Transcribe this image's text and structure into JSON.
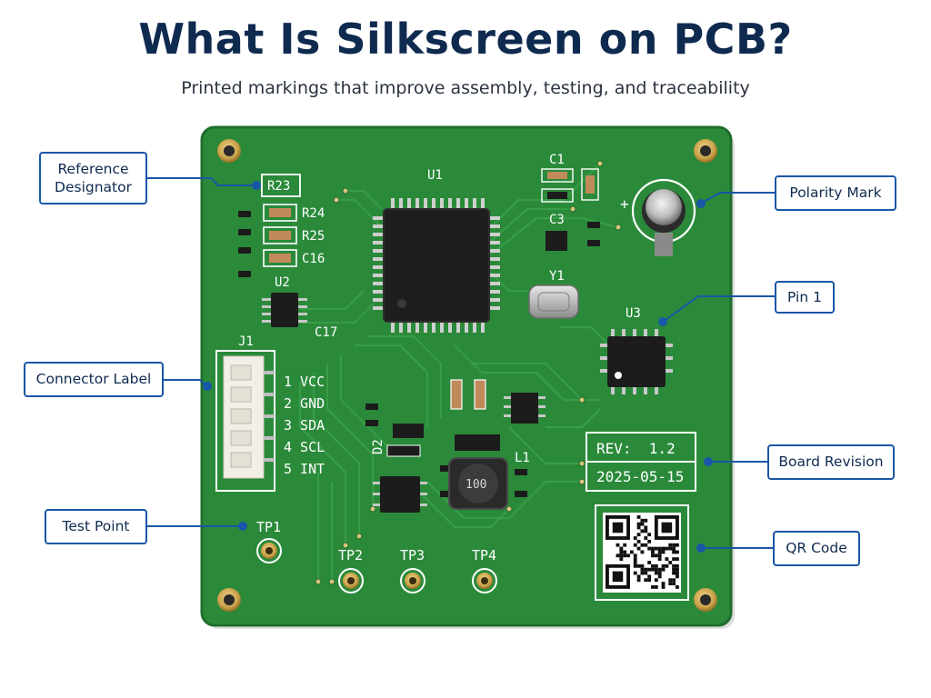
{
  "title": "What Is Silkscreen on PCB?",
  "subtitle": "Printed markings that improve assembly, testing, and traceability",
  "colors": {
    "board": "#2a8a3a",
    "board_dark": "#1d6b2b",
    "silkscreen": "#ffffff",
    "callout_border": "#1a56a8",
    "title_text": "#0f2a4f",
    "pad_gold": "#c9a24a"
  },
  "callouts": {
    "reference_designator": "Reference\nDesignator",
    "polarity_mark": "Polarity Mark",
    "pin_1": "Pin 1",
    "connector_label": "Connector Label",
    "board_revision": "Board Revision",
    "test_point": "Test Point",
    "qr_code": "QR Code"
  },
  "board": {
    "designators": {
      "r23": "R23",
      "r24": "R24",
      "r25": "R25",
      "c16": "C16",
      "c17": "C17",
      "u1": "U1",
      "u2": "U2",
      "u3": "U3",
      "c1": "C1",
      "c3": "C3",
      "y1": "Y1",
      "j1": "J1",
      "d2": "D2",
      "l1": "L1"
    },
    "inductor_marking": "100",
    "polarity_plus": "+",
    "connector_pins": [
      "1 VCC",
      "2 GND",
      "3 SDA",
      "4 SCL",
      "5 INT"
    ],
    "revision": "REV:  1.2",
    "date": "2025-05-15",
    "test_points": [
      "TP1",
      "TP2",
      "TP3",
      "TP4"
    ]
  }
}
